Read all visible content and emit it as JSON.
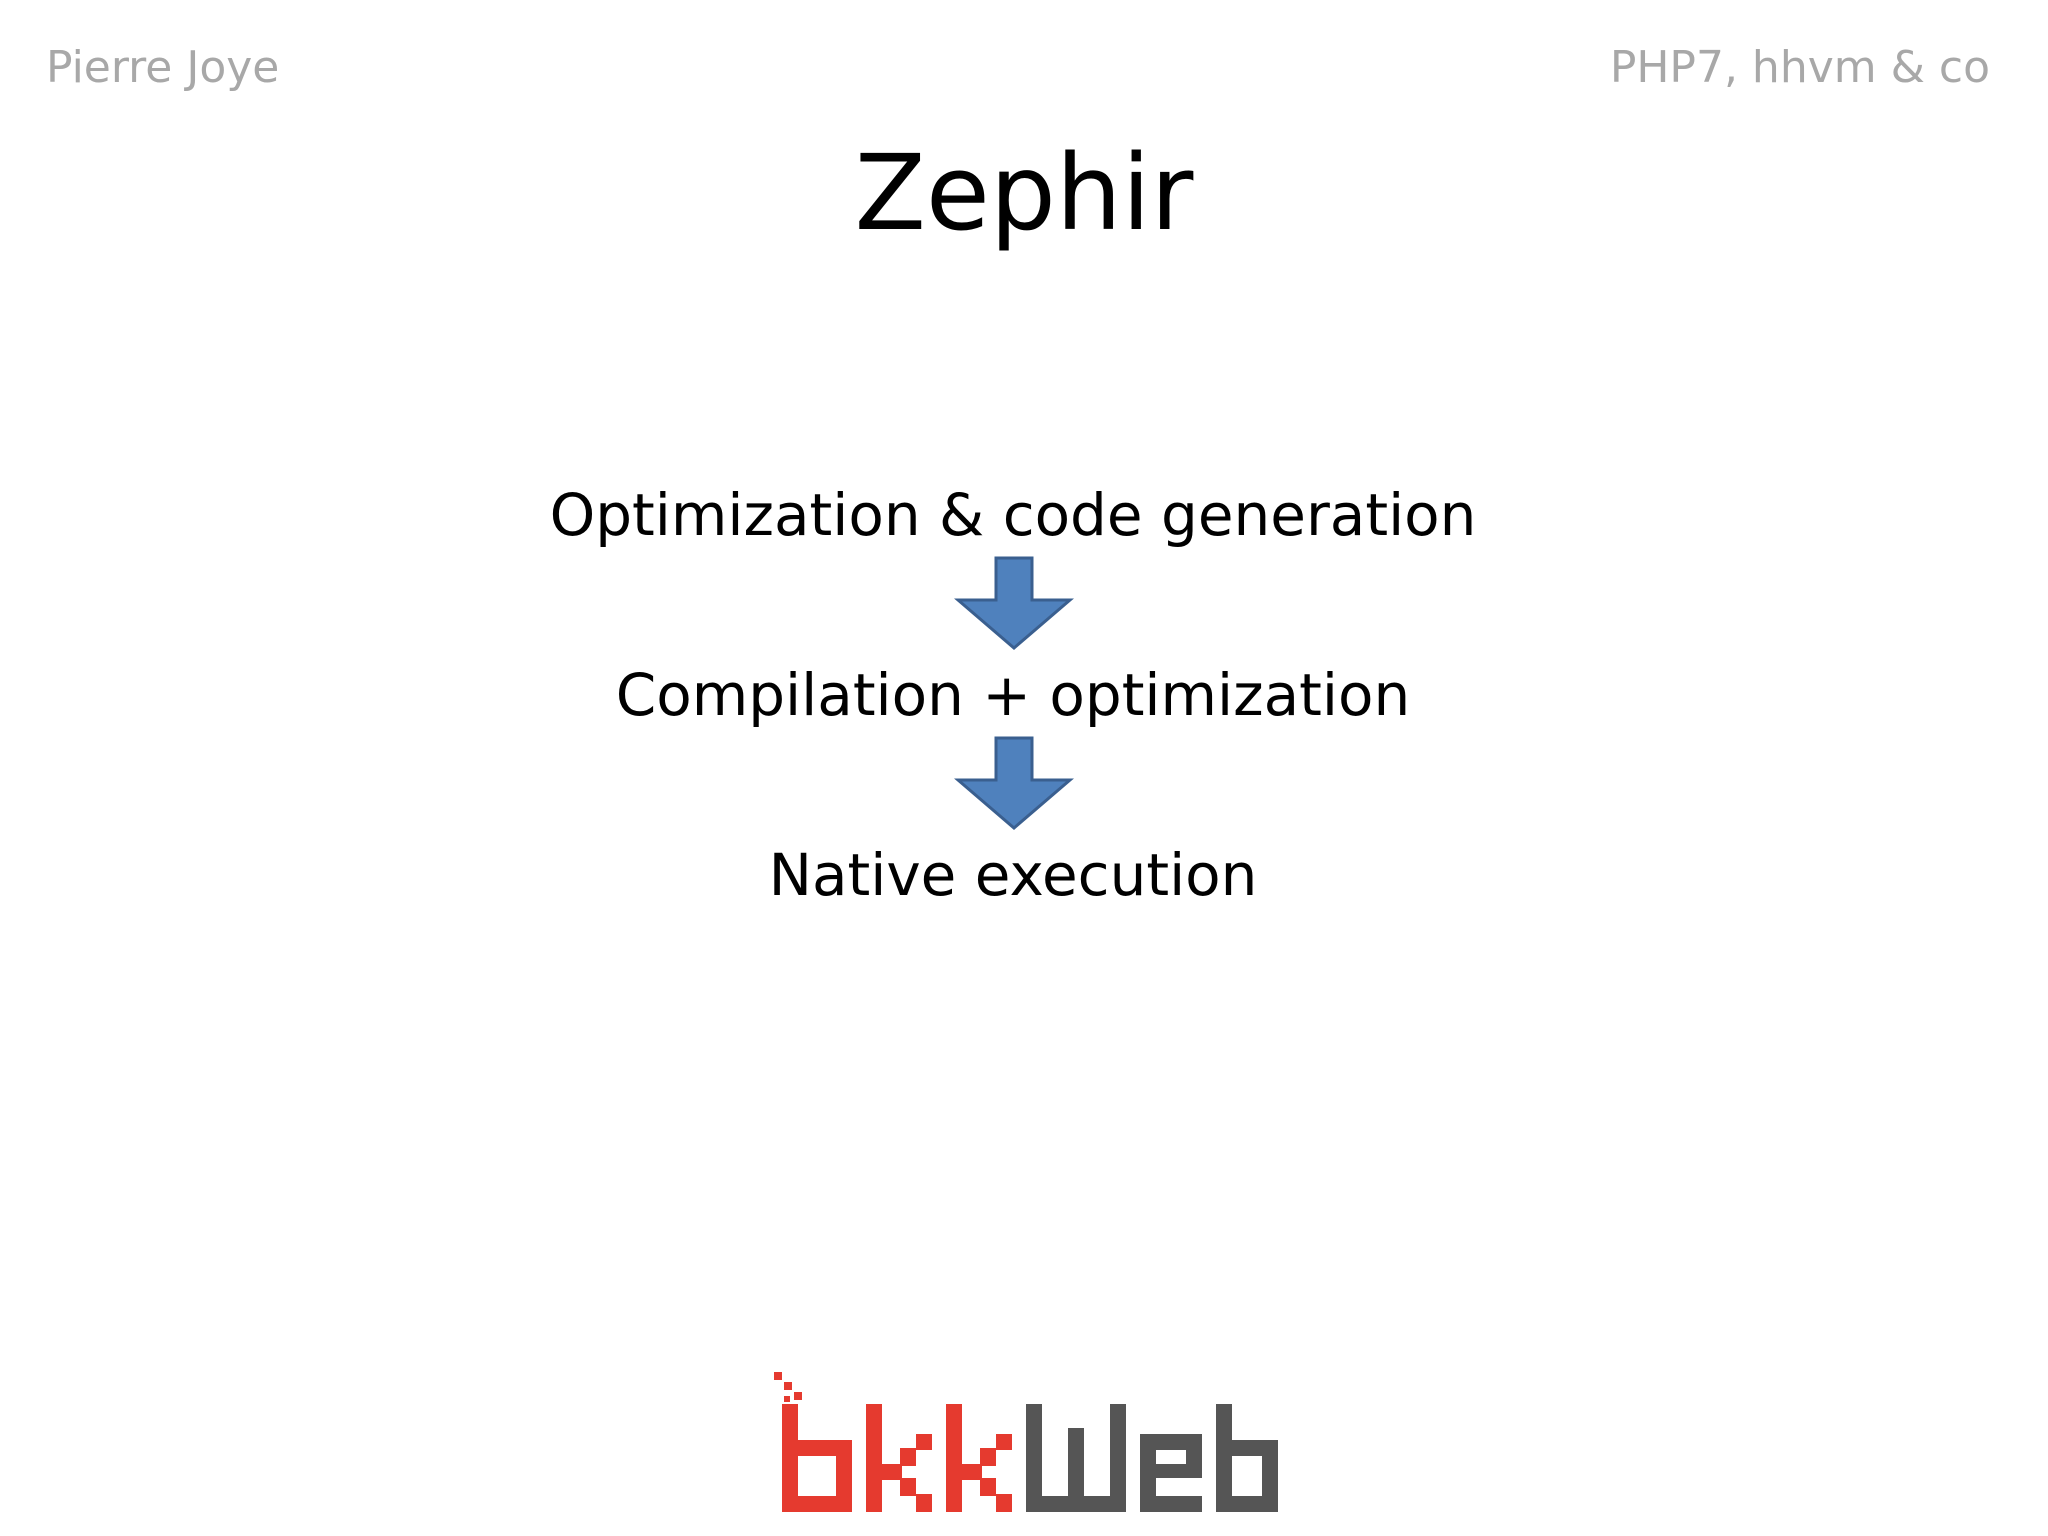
{
  "header": {
    "author": "Pierre Joye",
    "talk_title": "PHP7, hhvm & co"
  },
  "slide": {
    "title": "Zephir",
    "flow": [
      "Optimization & code generation",
      "Compilation + optimization",
      "Native execution"
    ]
  },
  "logo": {
    "text": "bkkWeb",
    "colors": {
      "bkk": "#e53a2f",
      "web": "#555555"
    }
  },
  "colors": {
    "header_text": "#a8a8a8",
    "arrow_fill": "#4f81bd",
    "arrow_stroke": "#3a5f8f"
  }
}
